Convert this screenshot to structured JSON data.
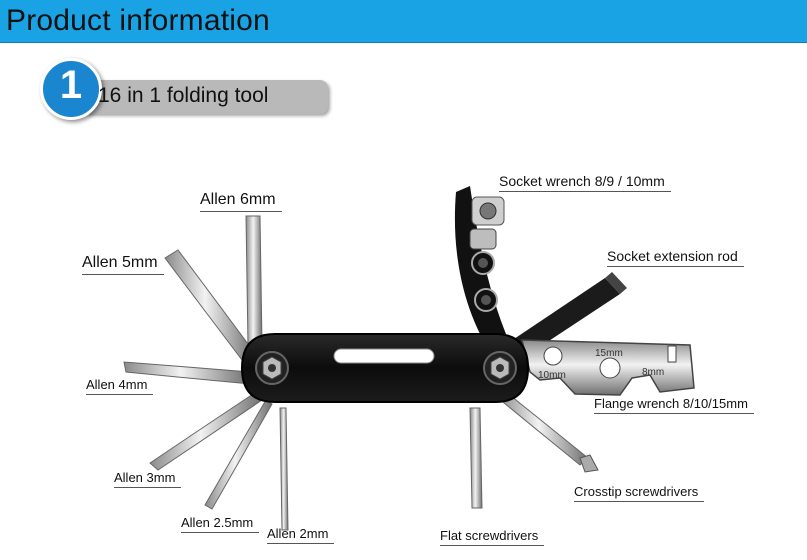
{
  "header": {
    "title": "Product information"
  },
  "section": {
    "number": "1",
    "title": "16 in 1 folding tool"
  },
  "labels": {
    "allen_6": "Allen 6mm",
    "allen_5": "Allen 5mm",
    "allen_4": "Allen 4mm",
    "allen_3": "Allen 3mm",
    "allen_25": "Allen 2.5mm",
    "allen_2": "Allen 2mm",
    "flat": "Flat screwdrivers",
    "crosstip": "Crosstip screwdrivers",
    "flange": "Flange wrench 8/10/15mm",
    "socket_ext": "Socket extension rod",
    "socket_wrench": "Socket wrench 8/9 / 10mm"
  },
  "wrench_marks": {
    "m15": "15mm",
    "m10": "10mm",
    "m8": "8mm"
  },
  "colors": {
    "header": "#1aa3e4",
    "badge": "#1a86cf",
    "pill": "#b9b9b9",
    "body": "#111111"
  }
}
